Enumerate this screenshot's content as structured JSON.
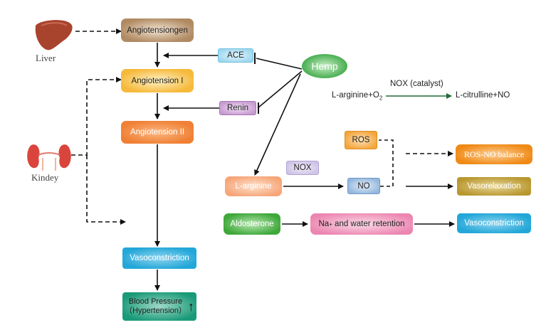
{
  "organs": {
    "liver": "Liver",
    "kidney": "Kindey"
  },
  "nodes": {
    "angiotensinogen": "Angiotensiongen",
    "angiotensin1": "Angiotension I",
    "angiotensin2": "Angiotension II",
    "vasoconstriction_left": "Vasoconstriction",
    "blood_pressure_line1": "Blood Pressure",
    "blood_pressure_line2": "（Hypertension）",
    "blood_pressure_arrow": "↑",
    "ace": "ACE",
    "renin": "Renin",
    "hemp": "Hemp",
    "larginine": "L-arginine",
    "nox": "NOX",
    "no": "NO",
    "ros": "ROS",
    "ros_no_balance": "ROS-NO balance",
    "vasorelaxation": "Vasorelaxation",
    "aldosterone": "Aldosterone",
    "na_prefix": "Na",
    "na_sup": "+",
    "na_suffix": " and water retention",
    "vasoconstriction_right": "Vasoconstriction"
  },
  "reaction": {
    "catalyst": "NOX (catalyst)",
    "reactant_main": "L-arginine+O",
    "reactant_sub": "2",
    "product": "L-citrulline+NO"
  },
  "colors": {
    "angiotensinogen": "#b08a62",
    "angiotensin1": "#f6b93b",
    "angiotensin2": "#f08035",
    "ace": "#9ed7ef",
    "renin": "#c79ad0",
    "hemp": "#3faa48",
    "larginine": "#f7a577",
    "nox": "#cdc3e6",
    "no": "#93b7dd",
    "ros": "#f3a53b",
    "ros_no_balance": "#f08a17",
    "vasorelaxation": "#b8972f",
    "aldosterone": "#3fa83a",
    "na_water": "#ec85b0",
    "vasoconstriction": "#22a7d8",
    "blood_pressure": "#1a9a78",
    "reaction_arrow": "#1f6b35"
  }
}
